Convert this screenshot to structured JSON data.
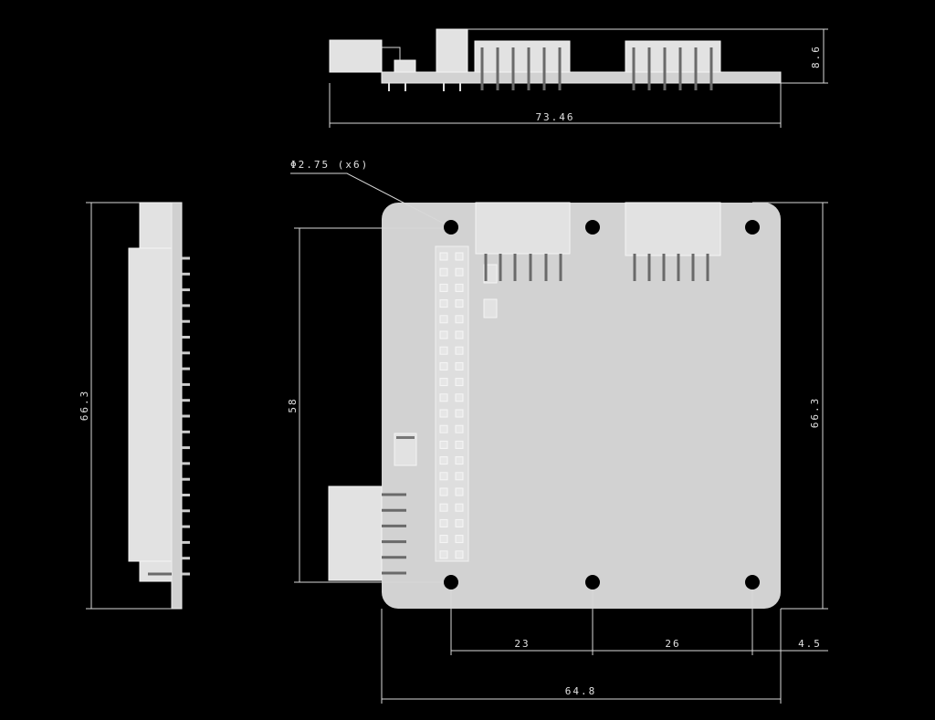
{
  "drawing": {
    "top_view": {
      "width_label": "73.46",
      "height_label": "8.6"
    },
    "plan_view": {
      "hole_callout": "Φ2.75 (x6)",
      "hole_spacing_vertical_label": "58",
      "board_height_label": "66.3",
      "hole_spacing_1_label": "23",
      "hole_spacing_2_label": "26",
      "edge_offset_label": "4.5",
      "board_width_label": "64.8"
    },
    "side_view": {
      "height_label": "66.3"
    }
  },
  "colors": {
    "background": "#000000",
    "board": "#d2d2d2",
    "component": "#e2e2e2",
    "dimension": "#d8d8d8"
  }
}
